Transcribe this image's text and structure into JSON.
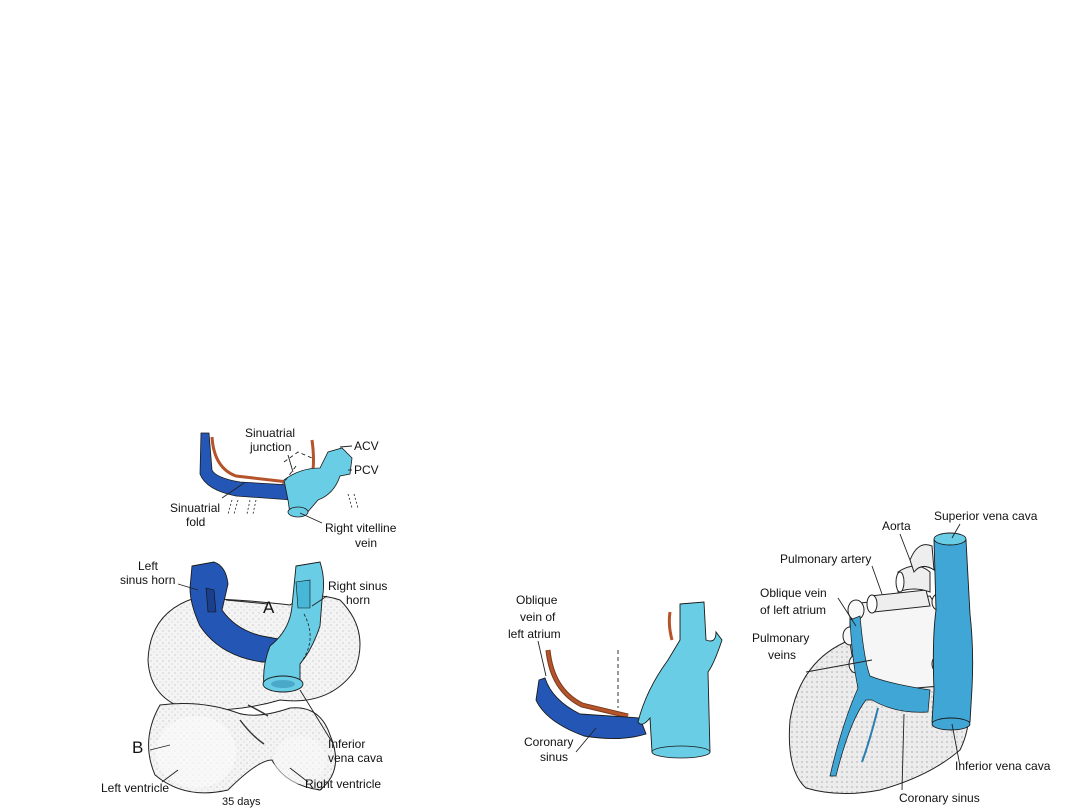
{
  "colors": {
    "dark_blue": "#2457b5",
    "light_blue": "#69cde6",
    "mid_blue": "#3fa6d6",
    "red_brown": "#b5532a",
    "heart_fill": "#f3f3f3",
    "background": "#ffffff"
  },
  "figure_a_top": {
    "sinuatrial_junction": [
      "Sinuatrial",
      "junction"
    ],
    "acv": "ACV",
    "pcv": "PCV",
    "sinuatrial_fold": [
      "Sinuatrial",
      "fold"
    ],
    "right_vitelline_vein": [
      "Right vitelline",
      "vein"
    ]
  },
  "figure_a_heart": {
    "left_sinus_horn": [
      "Left",
      "sinus horn"
    ],
    "right_sinus_horn": [
      "Right sinus",
      "horn"
    ],
    "marker_a": "A",
    "marker_b": "B",
    "inferior_vena_cava": [
      "Inferior",
      "vena cava"
    ],
    "left_ventricle": "Left ventricle",
    "right_ventricle": "Right ventricle",
    "age": "35 days"
  },
  "figure_middle": {
    "oblique_vein": [
      "Oblique",
      "vein of",
      "left atrium"
    ],
    "coronary_sinus": [
      "Coronary",
      "sinus"
    ]
  },
  "figure_right": {
    "aorta": "Aorta",
    "superior_vena_cava": "Superior vena cava",
    "pulmonary_artery": "Pulmonary artery",
    "oblique_vein": [
      "Oblique vein",
      "of left atrium"
    ],
    "pulmonary_veins": [
      "Pulmonary",
      "veins"
    ],
    "inferior_vena_cava": "Inferior vena cava",
    "coronary_sinus": "Coronary sinus"
  }
}
